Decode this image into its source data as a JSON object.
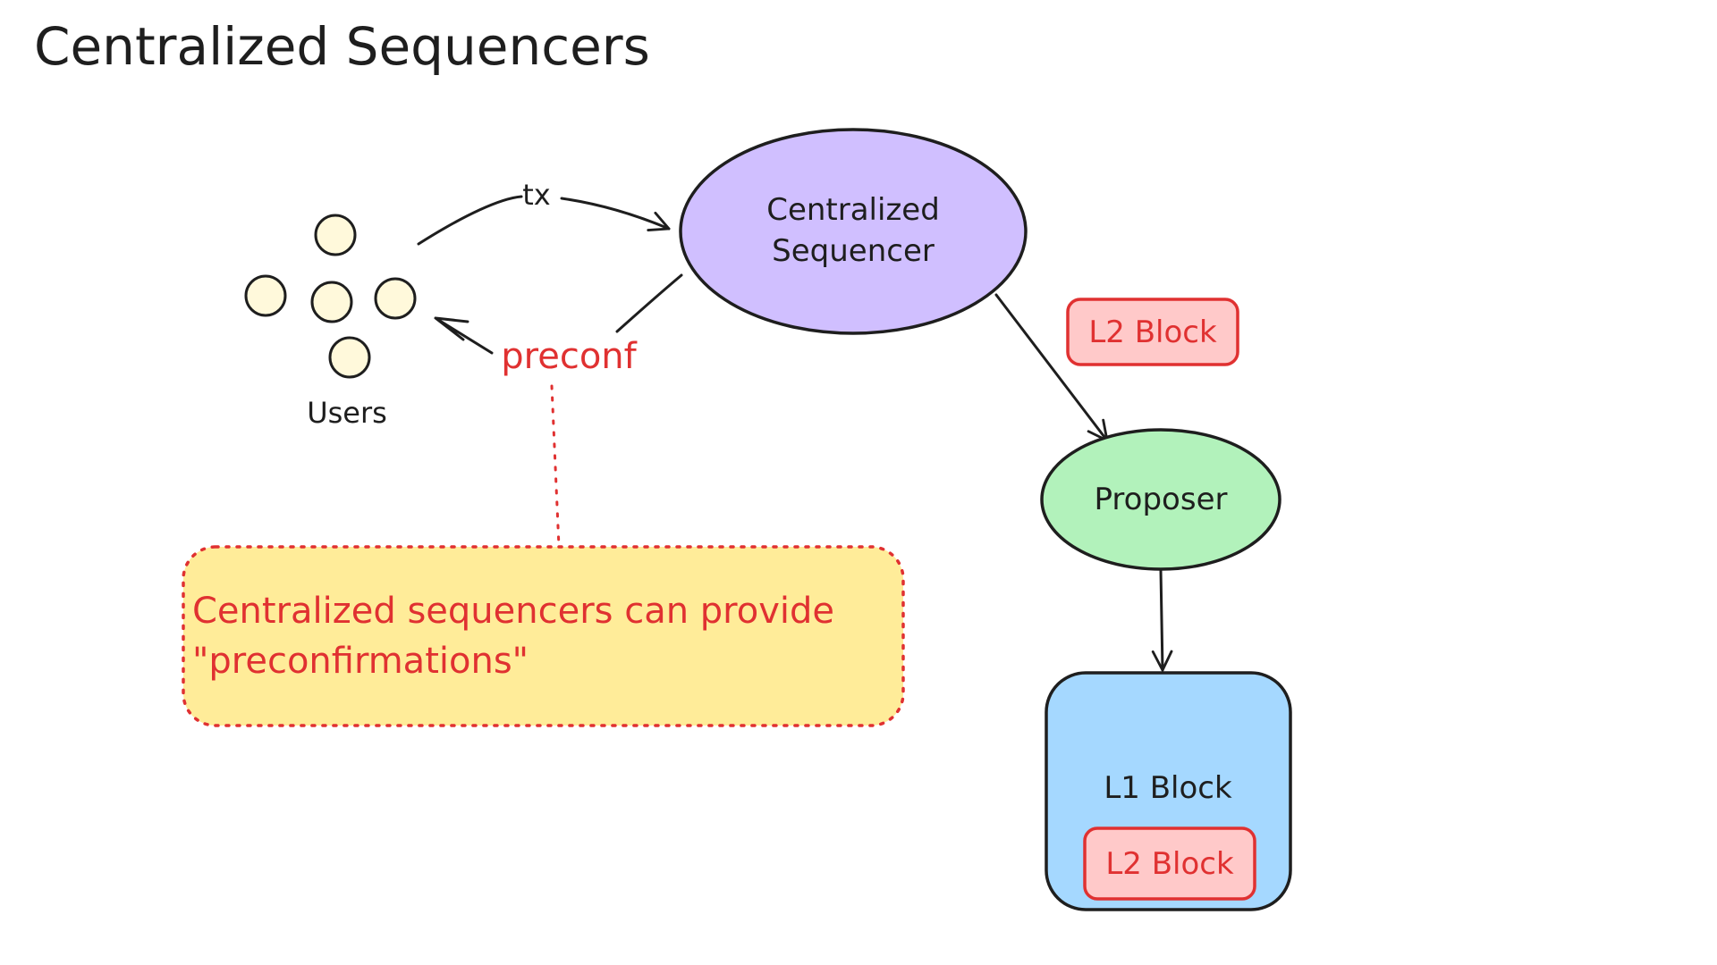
{
  "title": "Centralized Sequencers",
  "nodes": {
    "users": {
      "label": "Users"
    },
    "sequencer": {
      "label_line1": "Centralized",
      "label_line2": "Sequencer"
    },
    "proposer": {
      "label": "Proposer"
    },
    "l2_block_floating": {
      "label": "L2 Block"
    },
    "l1_block": {
      "label": "L1 Block"
    },
    "l2_block_inner": {
      "label": "L2 Block"
    }
  },
  "edges": {
    "tx": {
      "label": "tx"
    },
    "preconf": {
      "label": "preconf"
    }
  },
  "note": {
    "line1": "Centralized sequencers can provide",
    "line2": "\"preconfirmations\""
  },
  "colors": {
    "stroke": "#1e1e1e",
    "user_fill": "#fff9db",
    "sequencer_fill": "#d0bfff",
    "proposer_fill": "#b2f2bb",
    "l1_fill": "#a5d8ff",
    "l2_fill": "#ffc9c9",
    "l2_stroke": "#e03131",
    "note_fill": "#ffec99",
    "note_stroke": "#e03131",
    "red_text": "#e03131"
  }
}
